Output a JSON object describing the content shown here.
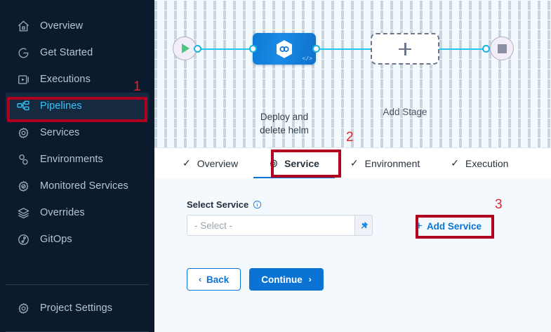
{
  "sidebar": {
    "items": [
      {
        "label": "Overview",
        "icon": "home-icon",
        "active": false
      },
      {
        "label": "Get Started",
        "icon": "get-started-icon",
        "active": false
      },
      {
        "label": "Executions",
        "icon": "executions-icon",
        "active": false
      },
      {
        "label": "Pipelines",
        "icon": "pipelines-icon",
        "active": true
      },
      {
        "label": "Services",
        "icon": "gear-icon",
        "active": false
      },
      {
        "label": "Environments",
        "icon": "environments-icon",
        "active": false
      },
      {
        "label": "Monitored Services",
        "icon": "monitored-services-icon",
        "active": false
      },
      {
        "label": "Overrides",
        "icon": "layers-icon",
        "active": false
      },
      {
        "label": "GitOps",
        "icon": "gitops-icon",
        "active": false
      }
    ],
    "settings": {
      "label": "Project Settings",
      "icon": "gear-icon"
    }
  },
  "canvas": {
    "start_icon": "play-icon",
    "end_icon": "stop-icon",
    "stage": {
      "label_line1": "Deploy and",
      "label_line2": "delete helm",
      "icon": "hexagon-link-icon",
      "code_badge": "</>"
    },
    "add_stage": {
      "label": "Add Stage",
      "icon": "plus-icon"
    }
  },
  "tabs": [
    {
      "label": "Overview",
      "icon": "check-icon",
      "active": false
    },
    {
      "label": "Service",
      "icon": "gear-icon",
      "active": true
    },
    {
      "label": "Environment",
      "icon": "check-icon",
      "active": false
    },
    {
      "label": "Execution",
      "icon": "check-icon",
      "active": false
    }
  ],
  "form": {
    "select_service_label": "Select Service",
    "info_icon": "info-icon",
    "select_value": "- Select -",
    "pin_icon": "pin-icon",
    "add_service_label": "Add Service",
    "add_service_plus": "+",
    "back_label": "Back",
    "back_chevron": "‹",
    "continue_label": "Continue",
    "continue_chevron": "›"
  },
  "annotations": [
    {
      "number": "1",
      "target": "sidebar-item-pipelines"
    },
    {
      "number": "2",
      "target": "tab-service"
    },
    {
      "number": "3",
      "target": "add-service-button"
    }
  ],
  "colors": {
    "sidebar_bg": "#0b1b2d",
    "sidebar_active_bg": "#15293f",
    "sidebar_active_text": "#32c5ff",
    "accent_blue": "#0a73d4",
    "wire_cyan": "#22c7f0",
    "annotation_red": "#b00020",
    "annotation_number_red": "#e8242a",
    "canvas_bg": "#f2fafd",
    "form_bg": "#f4f9fd"
  }
}
